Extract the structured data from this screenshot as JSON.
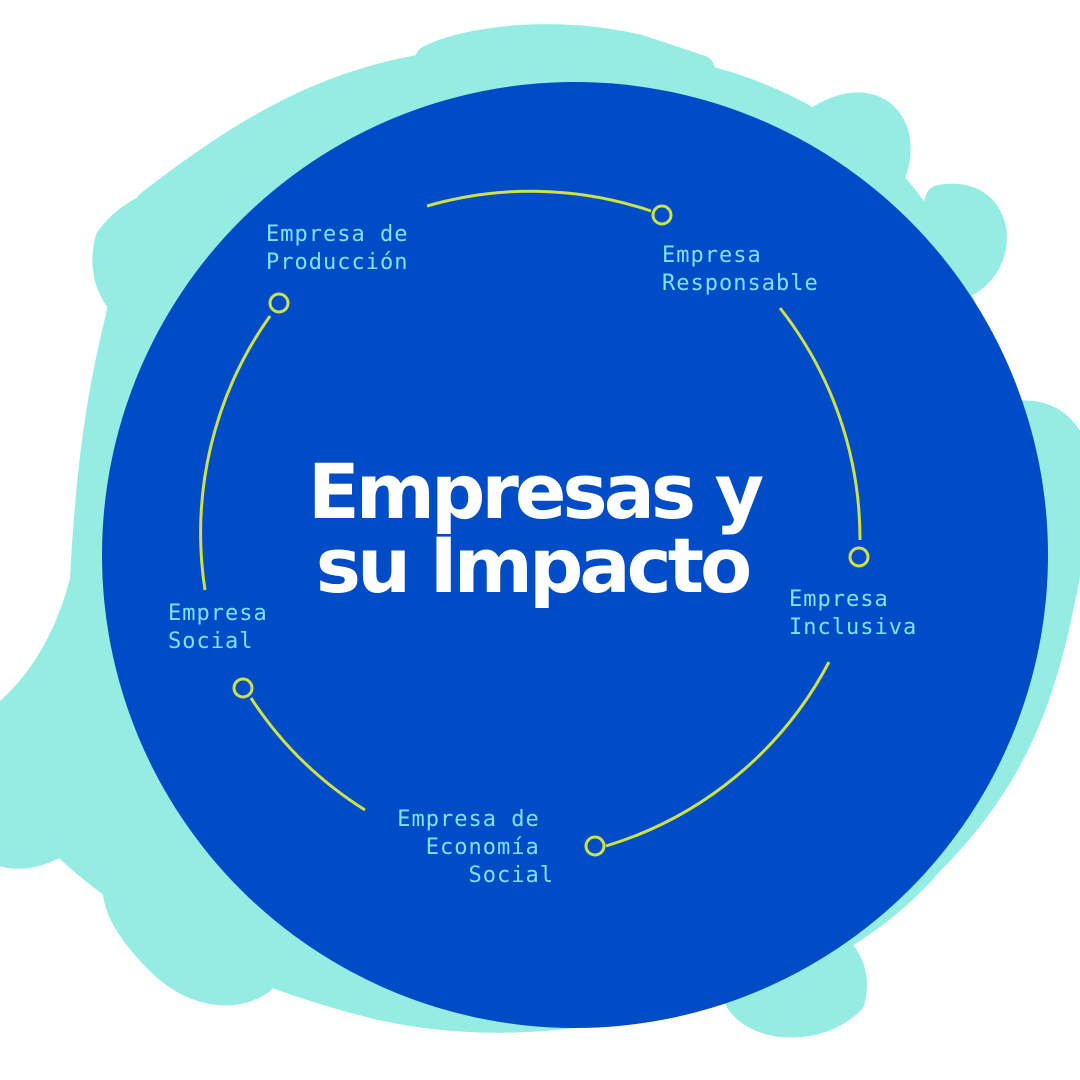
{
  "colors": {
    "background": "#ffffff",
    "splash": "#94ece2",
    "circle": "#004cc6",
    "ring": "#cde24a",
    "label": "#7fe3ff",
    "title": "#ffffff"
  },
  "title": {
    "line1": "Empresas y",
    "line2": "su Impacto"
  },
  "nodes": [
    {
      "lines": [
        "Empresa de",
        "Producción"
      ]
    },
    {
      "lines": [
        "Empresa",
        "Responsable"
      ]
    },
    {
      "lines": [
        "Empresa",
        "Inclusiva"
      ]
    },
    {
      "lines": [
        "Empresa de",
        "Economía",
        "Social"
      ]
    },
    {
      "lines": [
        "Empresa",
        "Social"
      ]
    }
  ]
}
